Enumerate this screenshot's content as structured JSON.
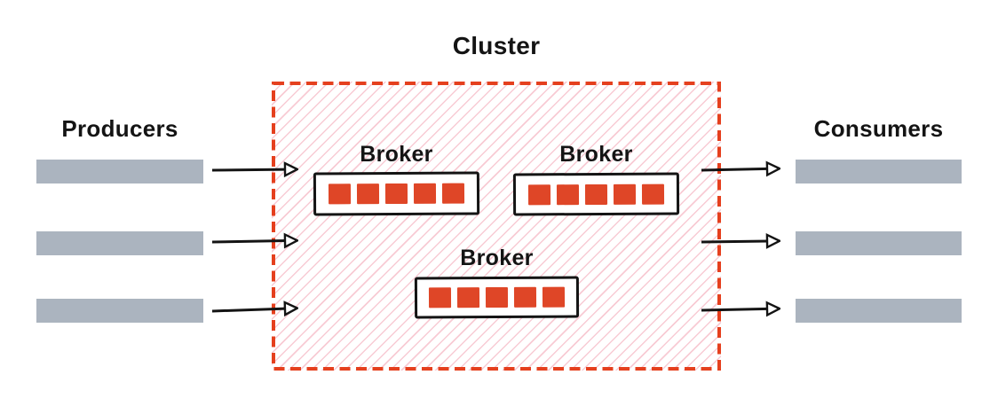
{
  "diagram": {
    "title": "Cluster",
    "producers": {
      "label": "Producers",
      "count": 3
    },
    "consumers": {
      "label": "Consumers",
      "count": 3
    },
    "brokers": [
      {
        "label": "Broker",
        "partitions": 5
      },
      {
        "label": "Broker",
        "partitions": 5
      },
      {
        "label": "Broker",
        "partitions": 5
      }
    ],
    "arrows": {
      "into_cluster": 3,
      "out_of_cluster": 3
    }
  },
  "colors": {
    "cluster_dash_red": "#e5401e",
    "partition_red": "#df4627",
    "hatch_pink": "#f8cbd4",
    "bar_gray": "#abb4bf",
    "ink_black": "#141414"
  }
}
